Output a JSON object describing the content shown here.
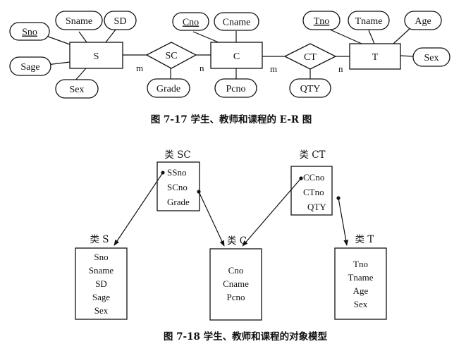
{
  "er": {
    "entities": [
      {
        "id": "S",
        "label": "S"
      },
      {
        "id": "C",
        "label": "C"
      },
      {
        "id": "T",
        "label": "T"
      }
    ],
    "relationships": [
      {
        "id": "SC",
        "label": "SC"
      },
      {
        "id": "CT",
        "label": "CT"
      }
    ],
    "attributes": [
      {
        "id": "sno",
        "label": "Sno",
        "key": true
      },
      {
        "id": "sname",
        "label": "Sname",
        "key": false
      },
      {
        "id": "sd",
        "label": "SD",
        "key": false
      },
      {
        "id": "sage",
        "label": "Sage",
        "key": false
      },
      {
        "id": "sex_s",
        "label": "Sex",
        "key": false
      },
      {
        "id": "grade",
        "label": "Grade",
        "key": false
      },
      {
        "id": "cno",
        "label": "Cno",
        "key": true
      },
      {
        "id": "cname",
        "label": "Cname",
        "key": false
      },
      {
        "id": "pcno",
        "label": "Pcno",
        "key": false
      },
      {
        "id": "qty",
        "label": "QTY",
        "key": false
      },
      {
        "id": "tno",
        "label": "Tno",
        "key": true
      },
      {
        "id": "tname",
        "label": "Tname",
        "key": false
      },
      {
        "id": "age",
        "label": "Age",
        "key": false
      },
      {
        "id": "sex_t",
        "label": "Sex",
        "key": false
      }
    ],
    "cardinalities": {
      "s_sc": "m",
      "sc_c": "n",
      "c_ct": "m",
      "ct_t": "n"
    },
    "caption": "图 7-17   学生、教师和课程的 E-R 图"
  },
  "object_model": {
    "classes": [
      {
        "id": "SC",
        "title": "类 SC",
        "attributes": [
          "SSno",
          "SCno",
          "Grade"
        ]
      },
      {
        "id": "CT",
        "title": "类 CT",
        "attributes": [
          "CCno",
          "CTno",
          "QTY"
        ]
      },
      {
        "id": "S",
        "title": "类 S",
        "attributes": [
          "Sno",
          "Sname",
          "SD",
          "Sage",
          "Sex"
        ]
      },
      {
        "id": "C",
        "title": "类 C",
        "attributes": [
          "Cno",
          "Cname",
          "Pcno"
        ]
      },
      {
        "id": "T",
        "title": "类 T",
        "attributes": [
          "Tno",
          "Tname",
          "Age",
          "Sex"
        ]
      }
    ],
    "caption": "图 7-18   学生、教师和课程的对象模型"
  }
}
